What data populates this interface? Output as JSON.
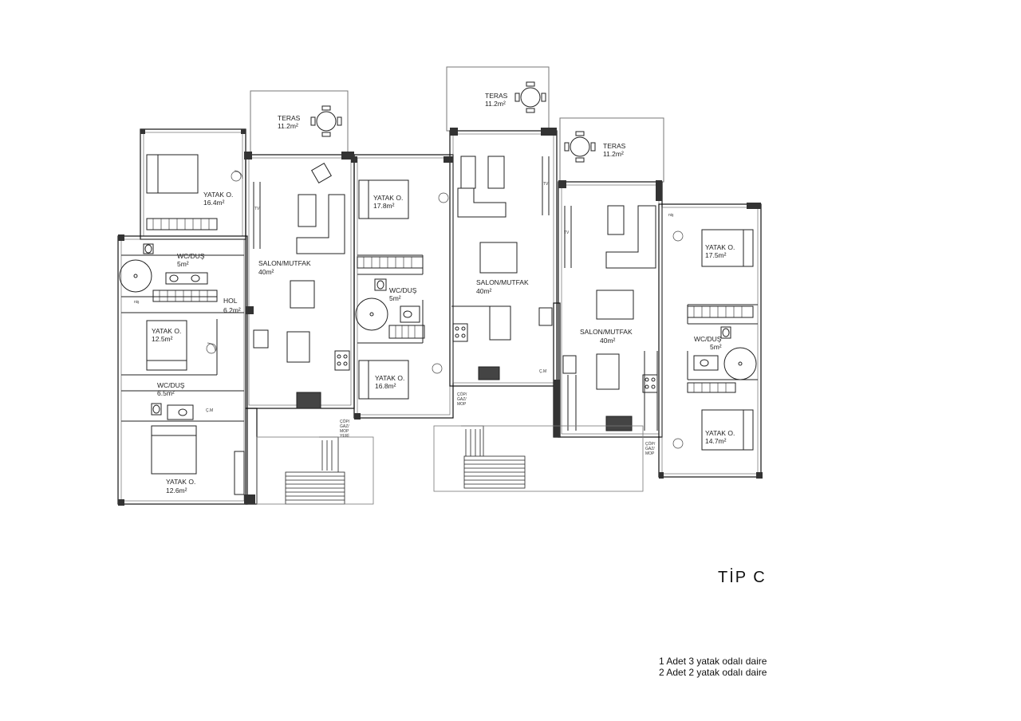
{
  "plan_title": "TİP C",
  "notes": [
    "1 Adet 3 yatak odalı daire",
    "2 Adet 2 yatak odalı daire"
  ],
  "unit1": {
    "bed1": {
      "name": "YATAK O.",
      "area": "16.4m²"
    },
    "wc1": {
      "name": "WC/DUŞ",
      "area": "5m²"
    },
    "hol": {
      "name": "HOL",
      "area": "6.2m²"
    },
    "bed2": {
      "name": "YATAK O.",
      "area": "12.5m²"
    },
    "wc2": {
      "name": "WC/DUŞ",
      "area": "6.5m²"
    },
    "bed3": {
      "name": "YATAK O.",
      "area": "12.6m²"
    },
    "salon": {
      "name": "SALON/MUTFAK",
      "area": "40m²"
    },
    "teras": {
      "name": "TERAS",
      "area": "11.2m²"
    },
    "cop": [
      "ÇÖP/",
      "GAZ/",
      "MOP",
      "YERİ"
    ]
  },
  "unit2": {
    "bed1": {
      "name": "YATAK O.",
      "area": "17.8m²"
    },
    "wc": {
      "name": "WC/DUŞ",
      "area": "5m²"
    },
    "bed2": {
      "name": "YATAK O.",
      "area": "16.8m²"
    },
    "salon": {
      "name": "SALON/MUTFAK",
      "area": "40m²"
    },
    "teras": {
      "name": "TERAS",
      "area": "11.2m²"
    },
    "cop": [
      "ÇÖP/",
      "GAZ/",
      "MOP"
    ]
  },
  "unit3": {
    "bed1": {
      "name": "YATAK O.",
      "area": "17.5m²"
    },
    "wc": {
      "name": "WC/DUŞ",
      "area": "5m²"
    },
    "bed2": {
      "name": "YATAK O.",
      "area": "14.7m²"
    },
    "salon": {
      "name": "SALON/MUTFAK",
      "area": "40m²"
    },
    "teras": {
      "name": "TERAS",
      "area": "11.2m²"
    },
    "cop": [
      "ÇÖP/",
      "GAZ/",
      "MOP"
    ]
  },
  "tags": {
    "tv": "TV",
    "cm": "Ç.M",
    "nis": "niş"
  }
}
